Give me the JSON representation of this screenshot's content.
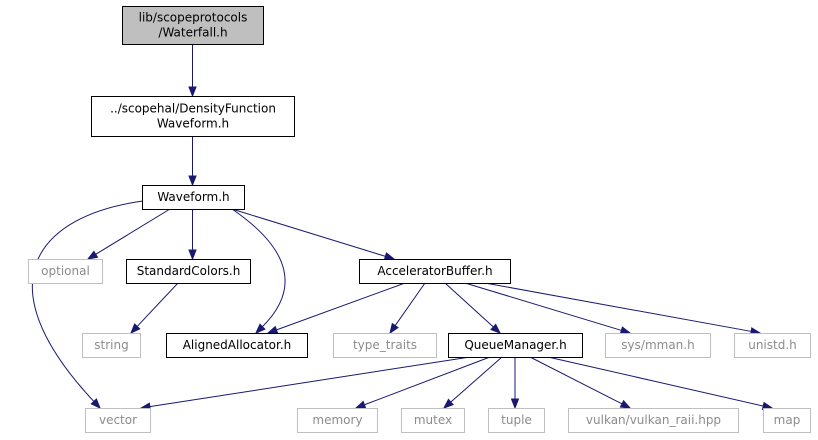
{
  "diagram": {
    "type": "include-dependency-graph",
    "edge_color": "#191970",
    "root_fill": "#bfbfbf",
    "system_header_color": "#bfbfbf",
    "nodes": {
      "waterfall": {
        "lines": [
          "lib/scopeprotocols",
          "/Waterfall.h"
        ],
        "kind": "root"
      },
      "density": {
        "lines": [
          "../scopehal/DensityFunction",
          "Waveform.h"
        ],
        "kind": "local"
      },
      "waveform": {
        "lines": [
          "Waveform.h"
        ],
        "kind": "local"
      },
      "optional": {
        "lines": [
          "optional"
        ],
        "kind": "system"
      },
      "standardcolors": {
        "lines": [
          "StandardColors.h"
        ],
        "kind": "local"
      },
      "acceleratorbuffer": {
        "lines": [
          "AcceleratorBuffer.h"
        ],
        "kind": "local"
      },
      "string": {
        "lines": [
          "string"
        ],
        "kind": "system"
      },
      "alignedallocator": {
        "lines": [
          "AlignedAllocator.h"
        ],
        "kind": "local"
      },
      "type_traits": {
        "lines": [
          "type_traits"
        ],
        "kind": "system"
      },
      "queuemanager": {
        "lines": [
          "QueueManager.h"
        ],
        "kind": "local"
      },
      "sysmman": {
        "lines": [
          "sys/mman.h"
        ],
        "kind": "system"
      },
      "unistd": {
        "lines": [
          "unistd.h"
        ],
        "kind": "system"
      },
      "vector": {
        "lines": [
          "vector"
        ],
        "kind": "system"
      },
      "memory": {
        "lines": [
          "memory"
        ],
        "kind": "system"
      },
      "mutex": {
        "lines": [
          "mutex"
        ],
        "kind": "system"
      },
      "tuple": {
        "lines": [
          "tuple"
        ],
        "kind": "system"
      },
      "vulkan": {
        "lines": [
          "vulkan/vulkan_raii.hpp"
        ],
        "kind": "system"
      },
      "map": {
        "lines": [
          "map"
        ],
        "kind": "system"
      }
    },
    "edges": [
      {
        "from": "waterfall",
        "to": "density"
      },
      {
        "from": "density",
        "to": "waveform"
      },
      {
        "from": "waveform",
        "to": "optional"
      },
      {
        "from": "waveform",
        "to": "standardcolors"
      },
      {
        "from": "waveform",
        "to": "alignedallocator"
      },
      {
        "from": "waveform",
        "to": "acceleratorbuffer"
      },
      {
        "from": "waveform",
        "to": "vector"
      },
      {
        "from": "standardcolors",
        "to": "string"
      },
      {
        "from": "acceleratorbuffer",
        "to": "alignedallocator"
      },
      {
        "from": "acceleratorbuffer",
        "to": "type_traits"
      },
      {
        "from": "acceleratorbuffer",
        "to": "queuemanager"
      },
      {
        "from": "acceleratorbuffer",
        "to": "sysmman"
      },
      {
        "from": "acceleratorbuffer",
        "to": "unistd"
      },
      {
        "from": "queuemanager",
        "to": "vector"
      },
      {
        "from": "queuemanager",
        "to": "memory"
      },
      {
        "from": "queuemanager",
        "to": "mutex"
      },
      {
        "from": "queuemanager",
        "to": "tuple"
      },
      {
        "from": "queuemanager",
        "to": "vulkan"
      },
      {
        "from": "queuemanager",
        "to": "map"
      }
    ]
  }
}
